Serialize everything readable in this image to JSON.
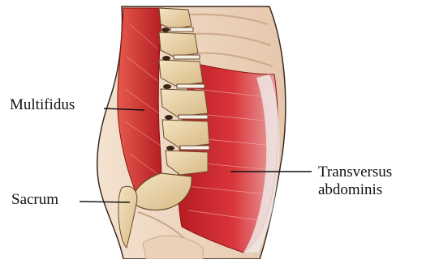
{
  "labels": {
    "multifidus": "Multifidus",
    "sacrum": "Sacrum",
    "transversus_line1": "Transversus",
    "transversus_line2": "abdominis"
  },
  "colors": {
    "muscle_red": "#c8242a",
    "bone": "#e8d3a6",
    "skin": "#f1dcc7",
    "outline": "#3a2a22"
  }
}
